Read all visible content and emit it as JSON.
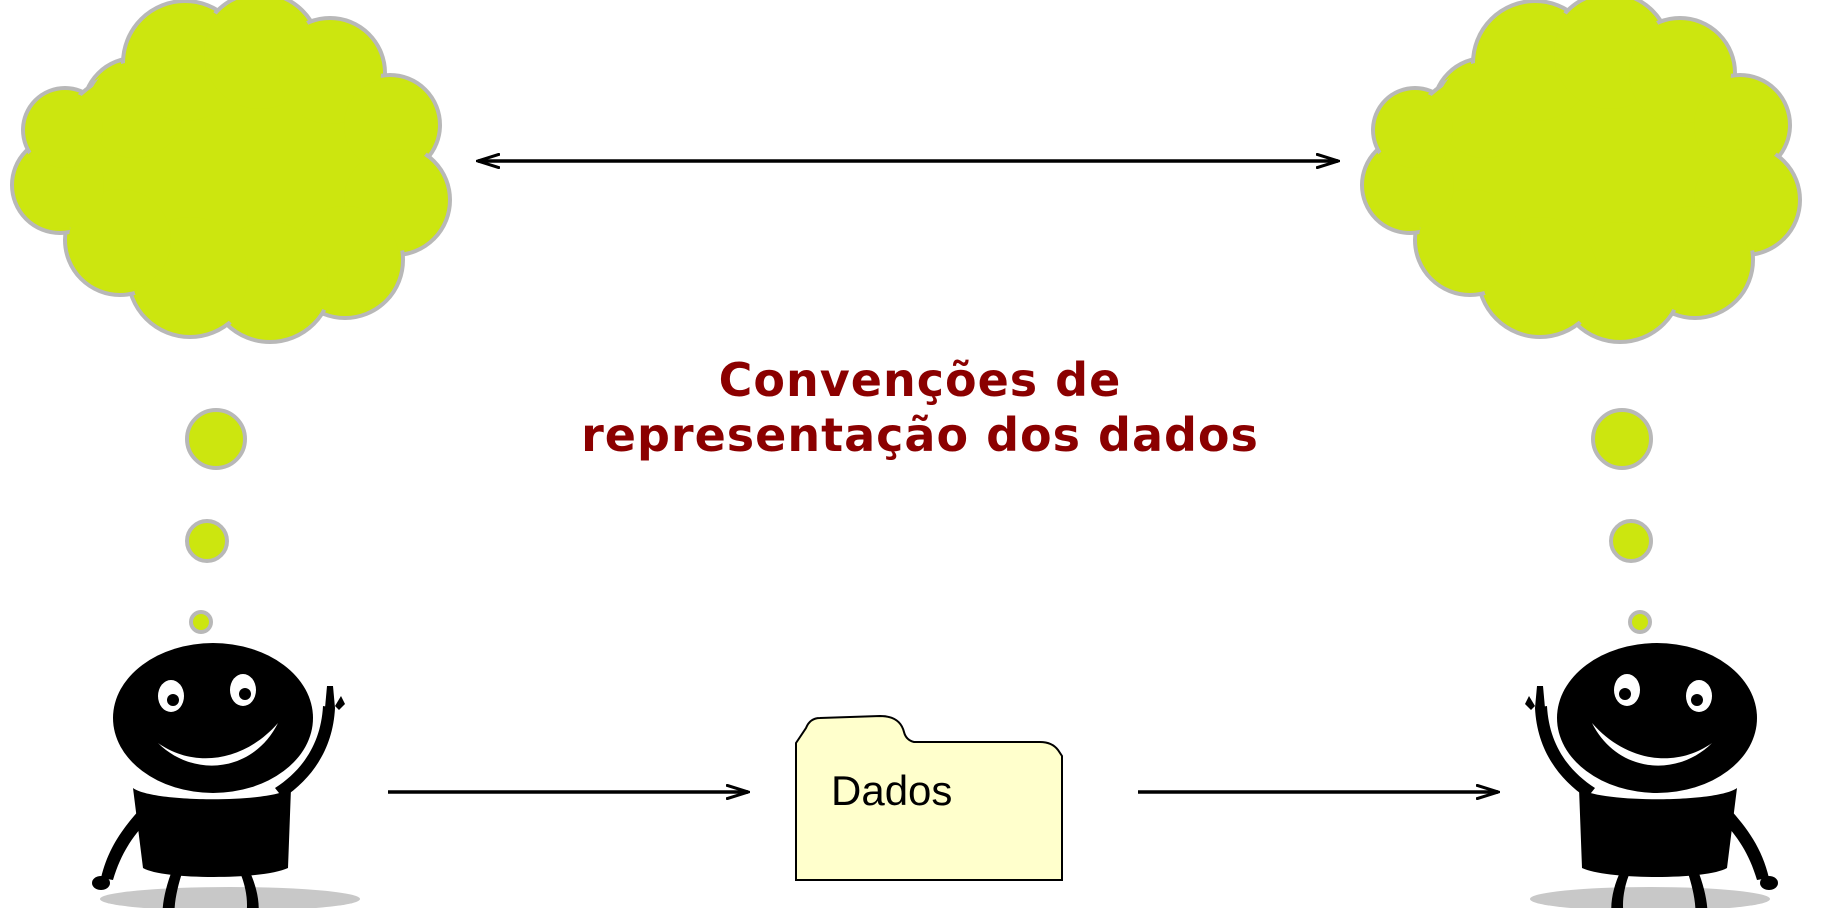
{
  "caption": {
    "line1": "Convenções de",
    "line2": "representação dos dados"
  },
  "folder": {
    "label": "Dados"
  },
  "colors": {
    "cloud_fill": "#cce60f",
    "cloud_stroke": "#b8b8b8",
    "caption_text": "#8b0000",
    "folder_fill": "#ffffcc",
    "figure_body": "#000000",
    "shadow": "#c8c8c8"
  },
  "icons": [
    "thought-cloud",
    "stick-figure",
    "folder-icon",
    "double-arrow",
    "single-arrow"
  ]
}
